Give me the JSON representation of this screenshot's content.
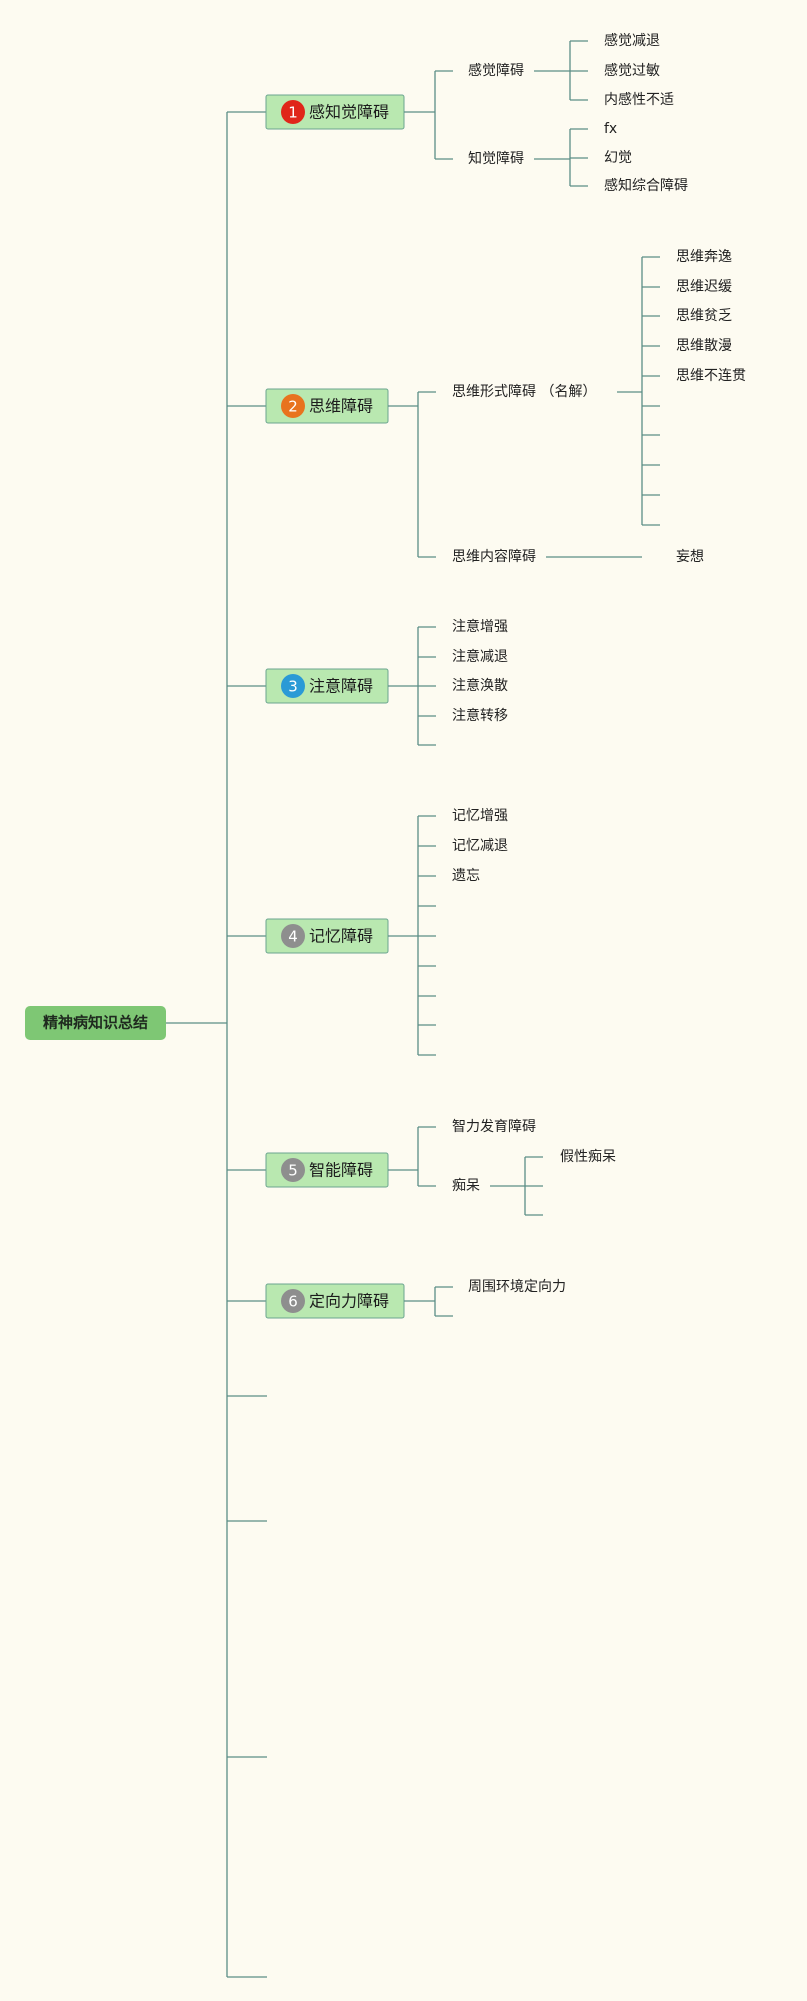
{
  "root": {
    "label": "精神病知识总结"
  },
  "branches": [
    {
      "num": "1",
      "badge_color": "#e0261a",
      "label": "感知觉障碍",
      "children": [
        {
          "label": "感觉障碍",
          "children": [
            "感觉减退",
            "感觉过敏",
            "内感性不适"
          ]
        },
        {
          "label": "知觉障碍",
          "children": [
            "fx",
            "幻觉",
            "感知综合障碍"
          ]
        }
      ]
    },
    {
      "num": "2",
      "badge_color": "#e8731e",
      "label": "思维障碍",
      "children": [
        {
          "label": "思维形式障碍 （名解）",
          "children": [
            "思维奔逸",
            "思维迟缓",
            "思维贫乏",
            "思维散漫",
            "思维不连贯",
            "",
            "",
            "",
            "",
            ""
          ]
        },
        {
          "label": "思维内容障碍",
          "children": [
            "妄想"
          ]
        }
      ]
    },
    {
      "num": "3",
      "badge_color": "#2a9ad6",
      "label": "注意障碍",
      "children": [
        {
          "label": "注意增强"
        },
        {
          "label": "注意减退"
        },
        {
          "label": "注意涣散"
        },
        {
          "label": "注意转移"
        },
        {
          "label": ""
        }
      ]
    },
    {
      "num": "4",
      "badge_color": "#8e8e8e",
      "label": "记忆障碍",
      "children": [
        {
          "label": "记忆增强"
        },
        {
          "label": "记忆减退"
        },
        {
          "label": "遗忘"
        },
        {
          "label": ""
        },
        {
          "label": ""
        },
        {
          "label": ""
        },
        {
          "label": ""
        },
        {
          "label": ""
        },
        {
          "label": ""
        }
      ]
    },
    {
      "num": "5",
      "badge_color": "#8e8e8e",
      "label": "智能障碍",
      "children": [
        {
          "label": "智力发育障碍"
        },
        {
          "label": "痴呆",
          "children": [
            "假性痴呆",
            "",
            ""
          ]
        }
      ]
    },
    {
      "num": "6",
      "badge_color": "#8e8e8e",
      "label": "定向力障碍",
      "children": [
        {
          "label": "周围环境定向力"
        },
        {
          "label": ""
        }
      ]
    },
    {
      "num": "",
      "label": "",
      "children": []
    },
    {
      "num": "",
      "label": "",
      "children": []
    },
    {
      "num": "",
      "label": "",
      "children": []
    },
    {
      "num": "",
      "label": "",
      "children": []
    }
  ]
}
